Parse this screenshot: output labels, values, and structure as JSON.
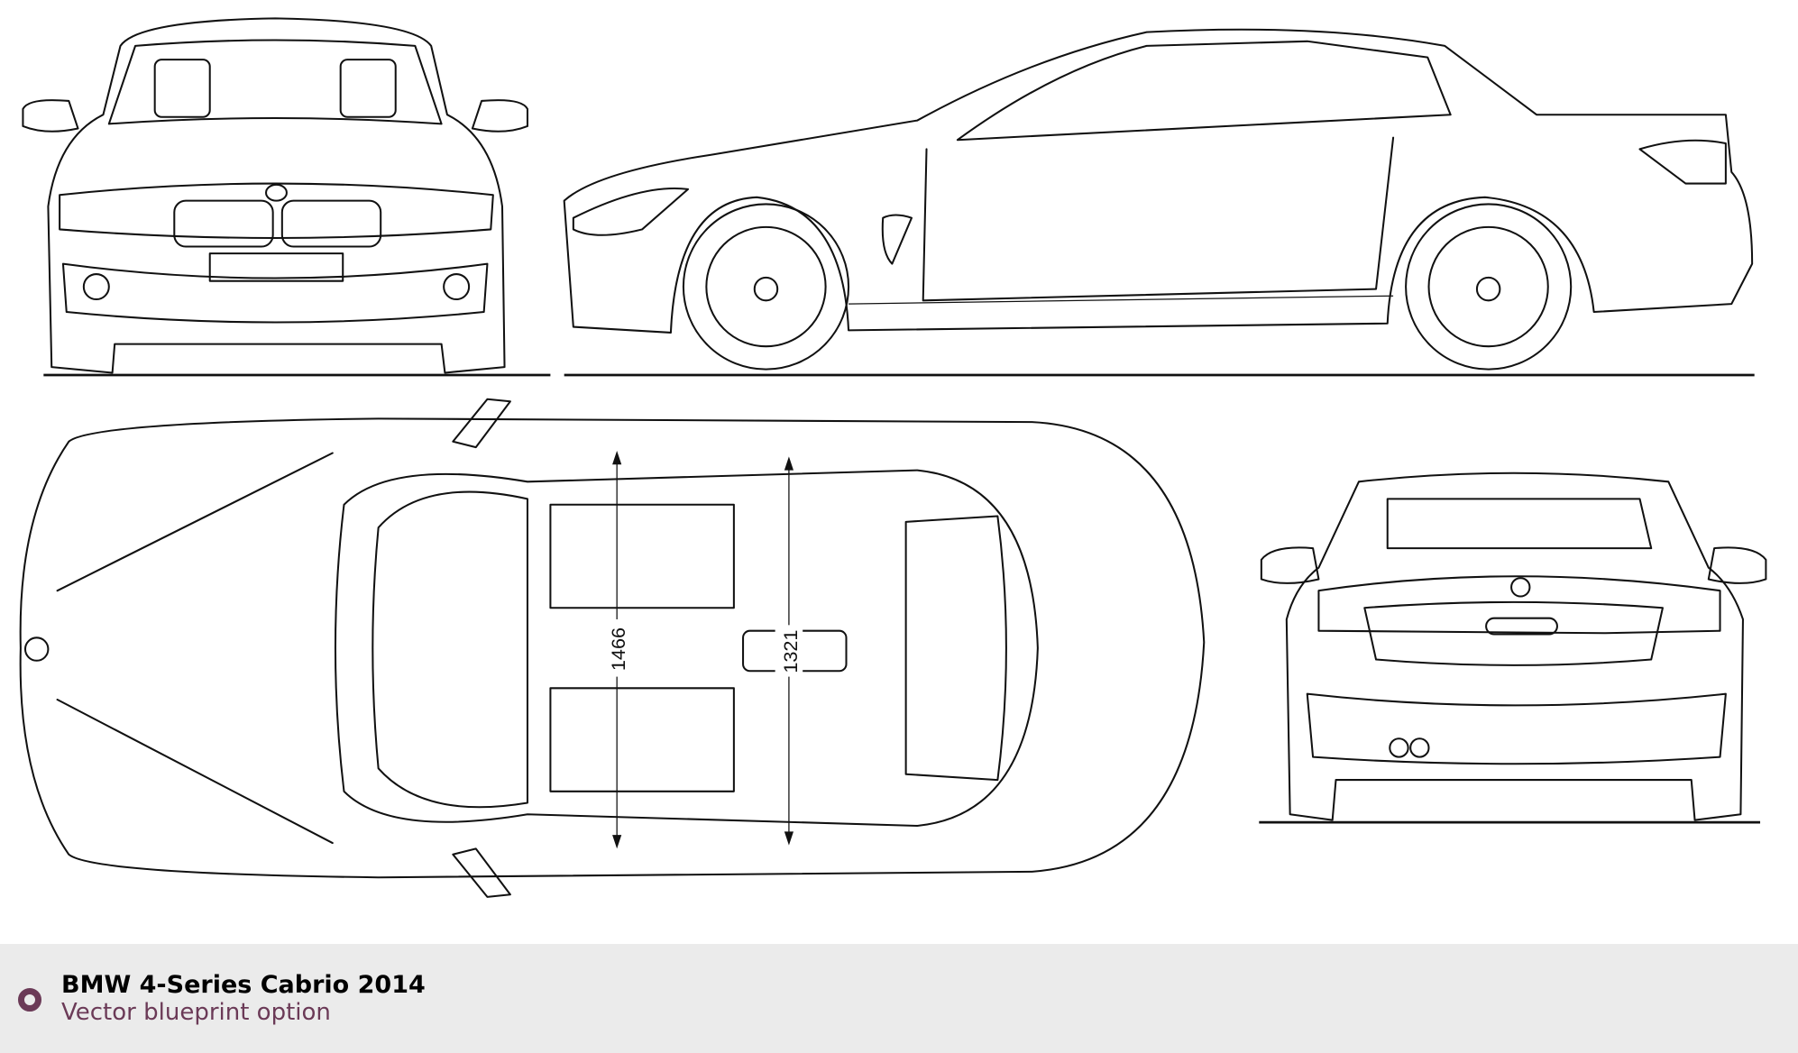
{
  "blueprint": {
    "views": [
      "front",
      "side",
      "top",
      "rear"
    ],
    "dimensions": {
      "front_track": "1466",
      "rear_track": "1321"
    }
  },
  "footer": {
    "title": "BMW 4-Series Cabrio 2014",
    "subtitle": "Vector blueprint option",
    "accent_color": "#6b3a57"
  }
}
